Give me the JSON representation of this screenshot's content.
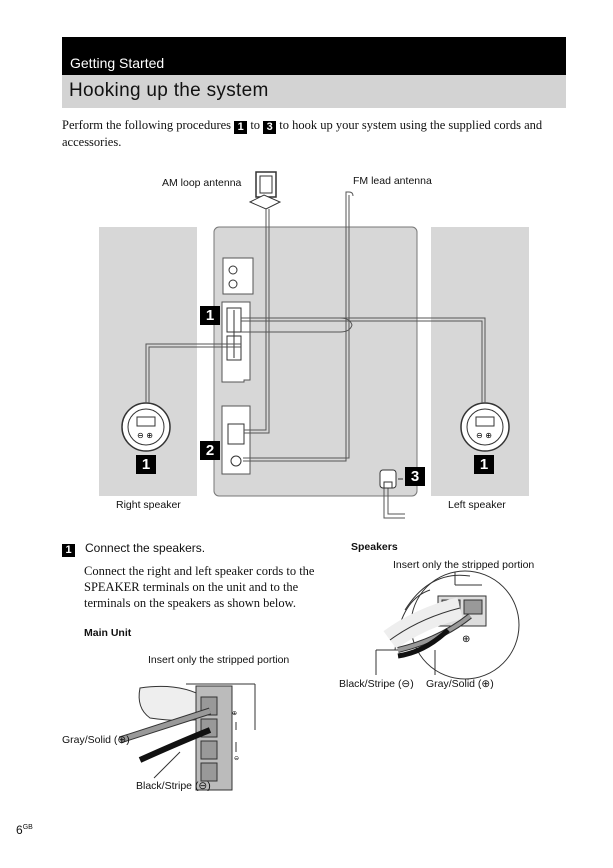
{
  "section_header": "Getting Started",
  "page_title": "Hooking up the system",
  "intro": {
    "before": "Perform the following procedures",
    "num_start": "1",
    "middle": "to",
    "num_end": "3",
    "after": "to hook up your system using the supplied cords and accessories."
  },
  "diagram": {
    "am_antenna_label": "AM loop antenna",
    "fm_antenna_label": "FM lead antenna",
    "right_speaker_label": "Right speaker",
    "left_speaker_label": "Left speaker",
    "badges": [
      "1",
      "2",
      "3"
    ]
  },
  "step1": {
    "number": "1",
    "heading": "Connect the speakers.",
    "text": "Connect the right and left speaker cords to the SPEAKER terminals on the unit and to the terminals on the speakers as shown below."
  },
  "main_unit": {
    "heading": "Main Unit",
    "insert_label": "Insert only the stripped portion",
    "gray_label": "Gray/Solid (⊕)",
    "black_label": "Black/Stripe (⊖)"
  },
  "speakers": {
    "heading": "Speakers",
    "insert_label": "Insert only the stripped portion",
    "black_label": "Black/Stripe (⊖)",
    "gray_label": "Gray/Solid (⊕)"
  },
  "page_number": "6",
  "page_suffix": "GB"
}
